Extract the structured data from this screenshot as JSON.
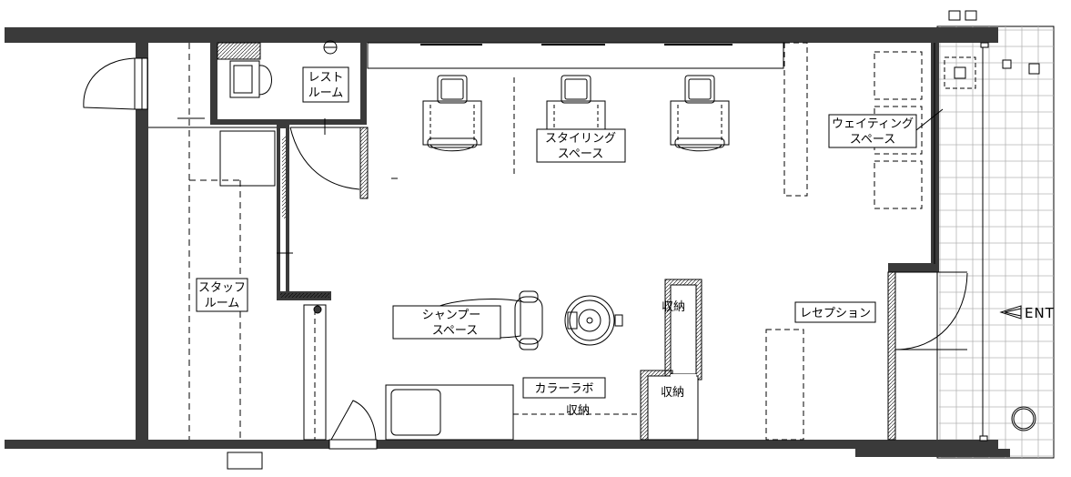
{
  "labels": {
    "rest_room": [
      "レスト",
      "ルーム"
    ],
    "styling_space": [
      "スタイリング",
      "スペース"
    ],
    "waiting_space": [
      "ウェイティング",
      "スペース"
    ],
    "staff_room": [
      "スタッフ",
      "ルーム"
    ],
    "shampoo_space": [
      "シャンプー",
      "スペース"
    ],
    "storage_1": "収納",
    "storage_2": "収納",
    "storage_3": "収納",
    "color_lab": "カラーラボ",
    "reception": "レセプション",
    "entrance": "ENT"
  },
  "colors": {
    "wall": "#3a3a3a",
    "line": "#000000",
    "tile": "#b5b5b5"
  }
}
